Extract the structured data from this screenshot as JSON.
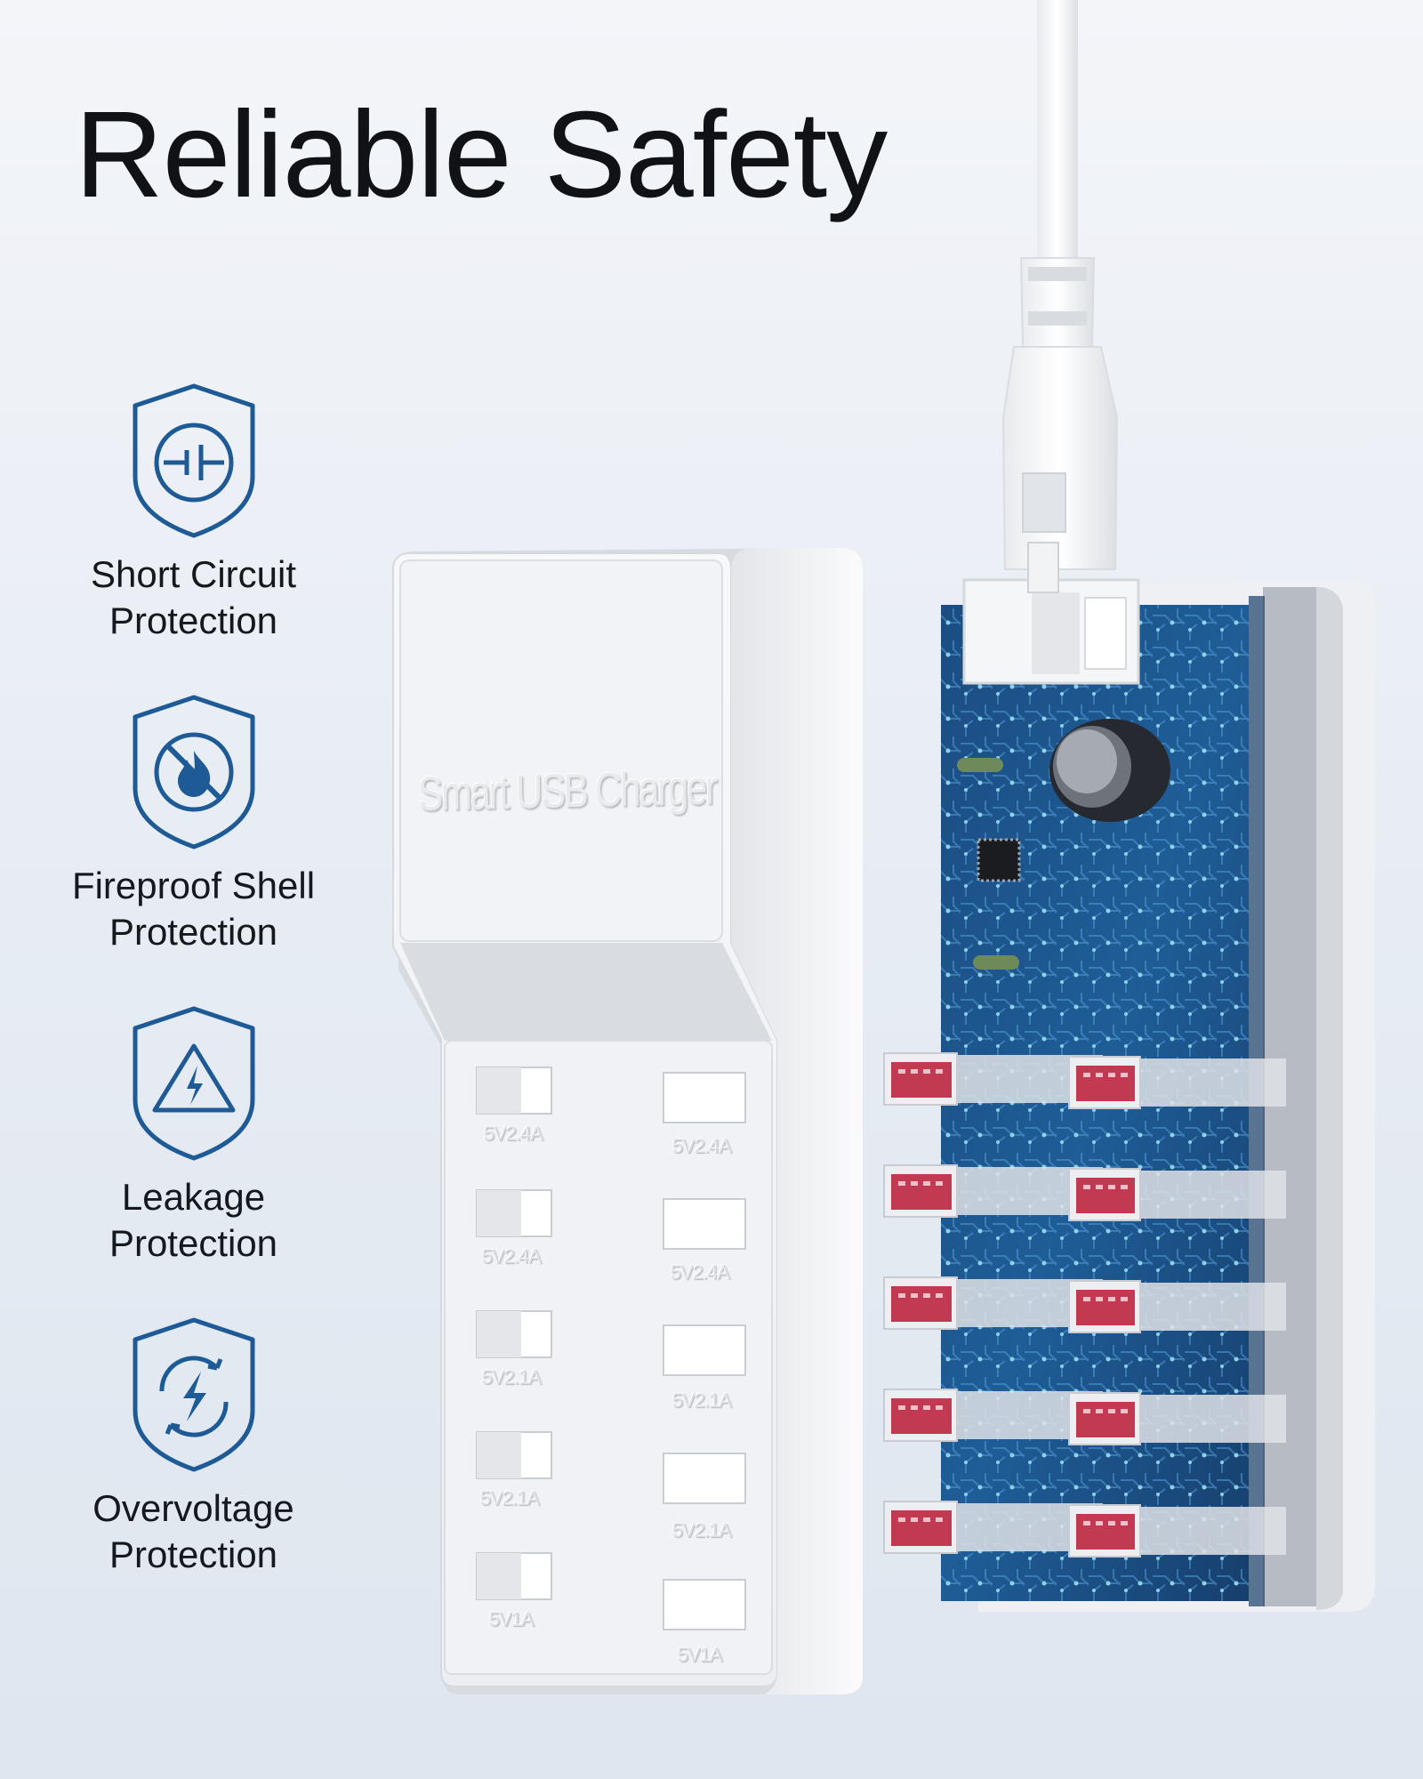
{
  "headline": "Reliable Safety",
  "features": [
    {
      "icon": "short-circuit-shield-icon",
      "line1": "Short Circuit",
      "line2": "Protection"
    },
    {
      "icon": "fireproof-shield-icon",
      "line1": "Fireproof Shell",
      "line2": "Protection"
    },
    {
      "icon": "leakage-shield-icon",
      "line1": "Leakage",
      "line2": "Protection"
    },
    {
      "icon": "overvoltage-shield-icon",
      "line1": "Overvoltage",
      "line2": "Protection"
    }
  ],
  "device": {
    "logo": "Smart USB Charger",
    "left_ports": [
      "5V2.4A",
      "5V2.4A",
      "5V2.1A",
      "5V2.1A",
      "5V1A"
    ],
    "right_ports": [
      "5V2.4A",
      "5V2.4A",
      "5V2.1A",
      "5V2.1A",
      "5V1A"
    ]
  },
  "colors": {
    "icon_blue": "#1d5a96",
    "pcb_blue": "#1a4e84",
    "usb_red": "#c23a52",
    "shell_white": "#f4f5f7"
  }
}
